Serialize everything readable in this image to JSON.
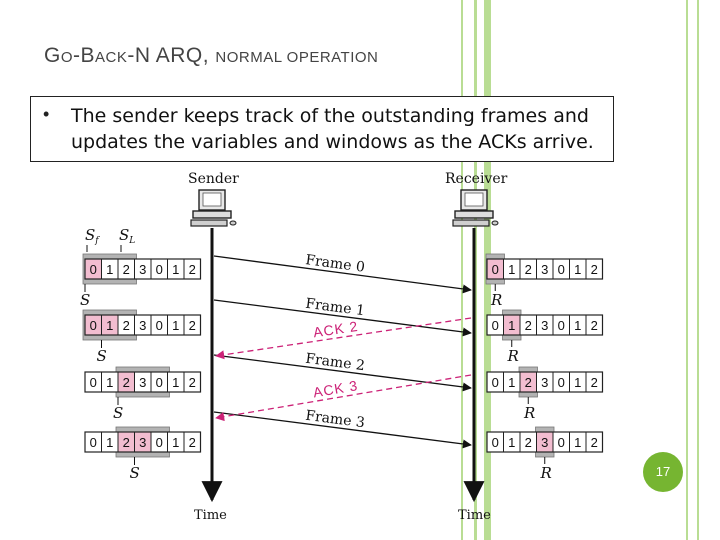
{
  "slide": {
    "title_parts": [
      {
        "text": "G",
        "size": "big"
      },
      {
        "text": "O",
        "size": "small"
      },
      {
        "text": "-B",
        "size": "big"
      },
      {
        "text": "ACK",
        "size": "small"
      },
      {
        "text": "-N ARQ, ",
        "size": "big"
      },
      {
        "text": "NORMAL OPERATION",
        "size": "small"
      }
    ],
    "bullet": "The sender keeps track of the outstanding frames and updates the variables and windows as the ACKs arrive.",
    "page_number": "17"
  },
  "diagram": {
    "sender_label": "Sender",
    "receiver_label": "Receiver",
    "time_label": "Time",
    "sf_label": "S",
    "sf_sub": "f",
    "sl_label": "S",
    "sl_sub": "L",
    "s_label": "S",
    "r_label": "R",
    "sequence": [
      "0",
      "1",
      "2",
      "3",
      "0",
      "1",
      "2"
    ],
    "frames": [
      "Frame 0",
      "Frame 1",
      "Frame 2",
      "Frame 3"
    ],
    "acks": [
      "ACK 2",
      "ACK 3"
    ],
    "sender_rows": [
      {
        "window_start": 0,
        "window_end": 3,
        "pink": [
          0
        ],
        "s_index": 0
      },
      {
        "window_start": 0,
        "window_end": 3,
        "pink": [
          0,
          1
        ],
        "s_index": 1
      },
      {
        "window_start": 2,
        "window_end": 5,
        "pink": [
          2
        ],
        "s_index": 2
      },
      {
        "window_start": 2,
        "window_end": 5,
        "pink": [
          2,
          3
        ],
        "s_index": 3
      }
    ],
    "receiver_rows": [
      {
        "highlight": 0
      },
      {
        "highlight": 1
      },
      {
        "highlight": 2
      },
      {
        "highlight": 3
      }
    ],
    "colors": {
      "frame": "#111111",
      "ack": "#cc2277",
      "pink": "#f2bdd0",
      "window": "#b3b3b3",
      "accent": "#76b531"
    }
  }
}
